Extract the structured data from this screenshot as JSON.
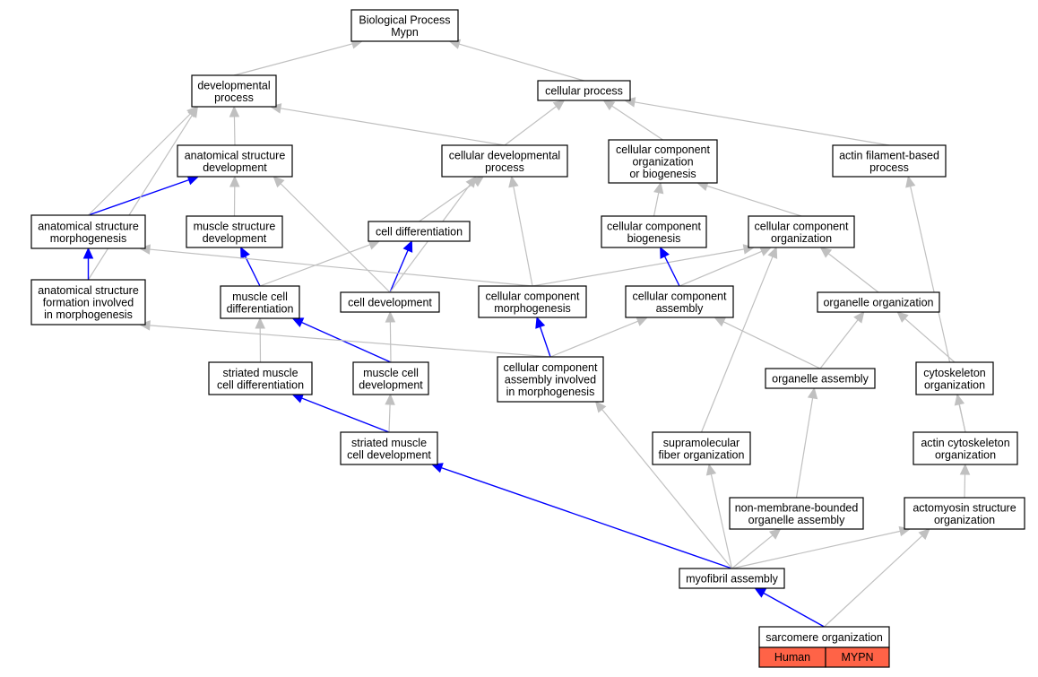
{
  "nodes": [
    {
      "id": "bp",
      "label": "Biological Process\nMypn"
    },
    {
      "id": "dev",
      "label": "developmental\nprocess"
    },
    {
      "id": "cellproc",
      "label": "cellular process"
    },
    {
      "id": "asd",
      "label": "anatomical structure\ndevelopment"
    },
    {
      "id": "cdp",
      "label": "cellular developmental\nprocess"
    },
    {
      "id": "ccob",
      "label": "cellular component\norganization\nor biogenesis"
    },
    {
      "id": "afbp",
      "label": "actin filament-based\nprocess"
    },
    {
      "id": "asm",
      "label": "anatomical structure\nmorphogenesis"
    },
    {
      "id": "msd",
      "label": "muscle structure\ndevelopment"
    },
    {
      "id": "celldiff",
      "label": "cell differentiation"
    },
    {
      "id": "ccb",
      "label": "cellular component\nbiogenesis"
    },
    {
      "id": "cco",
      "label": "cellular component\norganization"
    },
    {
      "id": "asfim",
      "label": "anatomical structure\nformation involved\nin morphogenesis"
    },
    {
      "id": "mcd",
      "label": "muscle cell\ndifferentiation"
    },
    {
      "id": "celldev",
      "label": "cell development"
    },
    {
      "id": "ccm",
      "label": "cellular component\nmorphogenesis"
    },
    {
      "id": "cca",
      "label": "cellular component\nassembly"
    },
    {
      "id": "orgorg",
      "label": "organelle organization"
    },
    {
      "id": "smcdiff",
      "label": "striated muscle\ncell differentiation"
    },
    {
      "id": "mcdev",
      "label": "muscle cell\ndevelopment"
    },
    {
      "id": "ccaim",
      "label": "cellular component\nassembly involved\nin morphogenesis"
    },
    {
      "id": "orgasm",
      "label": "organelle assembly"
    },
    {
      "id": "cytoorg",
      "label": "cytoskeleton\norganization"
    },
    {
      "id": "smcdev",
      "label": "striated muscle\ncell development"
    },
    {
      "id": "sfo",
      "label": "supramolecular\nfiber organization"
    },
    {
      "id": "aco",
      "label": "actin cytoskeleton\norganization"
    },
    {
      "id": "nmboa",
      "label": "non-membrane-bounded\norganelle assembly"
    },
    {
      "id": "aso",
      "label": "actomyosin structure\norganization"
    },
    {
      "id": "myo",
      "label": "myofibril assembly"
    },
    {
      "id": "sarc",
      "label": "sarcomere organization"
    }
  ],
  "gene_badge": {
    "species": "Human",
    "gene": "MYPN"
  },
  "edges": [
    {
      "from": "dev",
      "to": "bp",
      "color": "gray"
    },
    {
      "from": "cellproc",
      "to": "bp",
      "color": "gray"
    },
    {
      "from": "asd",
      "to": "dev",
      "color": "gray"
    },
    {
      "from": "cdp",
      "to": "dev",
      "color": "gray"
    },
    {
      "from": "cdp",
      "to": "cellproc",
      "color": "gray"
    },
    {
      "from": "ccob",
      "to": "cellproc",
      "color": "gray"
    },
    {
      "from": "afbp",
      "to": "cellproc",
      "color": "gray"
    },
    {
      "from": "asm",
      "to": "asd",
      "color": "blue"
    },
    {
      "from": "asm",
      "to": "dev",
      "color": "gray"
    },
    {
      "from": "asfim",
      "to": "dev",
      "color": "gray"
    },
    {
      "from": "msd",
      "to": "asd",
      "color": "gray"
    },
    {
      "from": "celldiff",
      "to": "cdp",
      "color": "gray"
    },
    {
      "from": "ccb",
      "to": "ccob",
      "color": "gray"
    },
    {
      "from": "cco",
      "to": "ccob",
      "color": "gray"
    },
    {
      "from": "asfim",
      "to": "asm",
      "color": "blue"
    },
    {
      "from": "mcd",
      "to": "msd",
      "color": "blue"
    },
    {
      "from": "mcd",
      "to": "celldiff",
      "color": "gray"
    },
    {
      "from": "celldev",
      "to": "celldiff",
      "color": "blue"
    },
    {
      "from": "celldev",
      "to": "cdp",
      "color": "gray"
    },
    {
      "from": "celldev",
      "to": "asd",
      "color": "gray"
    },
    {
      "from": "ccm",
      "to": "asm",
      "color": "gray"
    },
    {
      "from": "ccm",
      "to": "cdp",
      "color": "gray"
    },
    {
      "from": "ccm",
      "to": "cco",
      "color": "gray"
    },
    {
      "from": "cca",
      "to": "ccb",
      "color": "blue"
    },
    {
      "from": "cca",
      "to": "cco",
      "color": "gray"
    },
    {
      "from": "orgorg",
      "to": "cco",
      "color": "gray"
    },
    {
      "from": "smcdiff",
      "to": "mcd",
      "color": "gray"
    },
    {
      "from": "mcdev",
      "to": "mcd",
      "color": "blue"
    },
    {
      "from": "mcdev",
      "to": "celldev",
      "color": "gray"
    },
    {
      "from": "ccaim",
      "to": "ccm",
      "color": "blue"
    },
    {
      "from": "ccaim",
      "to": "cca",
      "color": "gray"
    },
    {
      "from": "ccaim",
      "to": "asfim",
      "color": "gray"
    },
    {
      "from": "orgasm",
      "to": "cca",
      "color": "gray"
    },
    {
      "from": "orgasm",
      "to": "orgorg",
      "color": "gray"
    },
    {
      "from": "cytoorg",
      "to": "orgorg",
      "color": "gray"
    },
    {
      "from": "smcdev",
      "to": "smcdiff",
      "color": "blue"
    },
    {
      "from": "smcdev",
      "to": "mcdev",
      "color": "gray"
    },
    {
      "from": "sfo",
      "to": "cco",
      "color": "gray"
    },
    {
      "from": "aco",
      "to": "cytoorg",
      "color": "gray"
    },
    {
      "from": "aco",
      "to": "afbp",
      "color": "gray"
    },
    {
      "from": "nmboa",
      "to": "orgasm",
      "color": "gray"
    },
    {
      "from": "aso",
      "to": "aco",
      "color": "gray"
    },
    {
      "from": "myo",
      "to": "smcdev",
      "color": "blue"
    },
    {
      "from": "myo",
      "to": "ccaim",
      "color": "gray"
    },
    {
      "from": "myo",
      "to": "sfo",
      "color": "gray"
    },
    {
      "from": "myo",
      "to": "nmboa",
      "color": "gray"
    },
    {
      "from": "myo",
      "to": "aso",
      "color": "gray"
    },
    {
      "from": "sarc",
      "to": "myo",
      "color": "blue"
    },
    {
      "from": "sarc",
      "to": "aso",
      "color": "gray"
    }
  ],
  "colors": {
    "edge_gray": "#c0c0c0",
    "edge_blue": "#0000ff",
    "badge": "#ff6347"
  }
}
